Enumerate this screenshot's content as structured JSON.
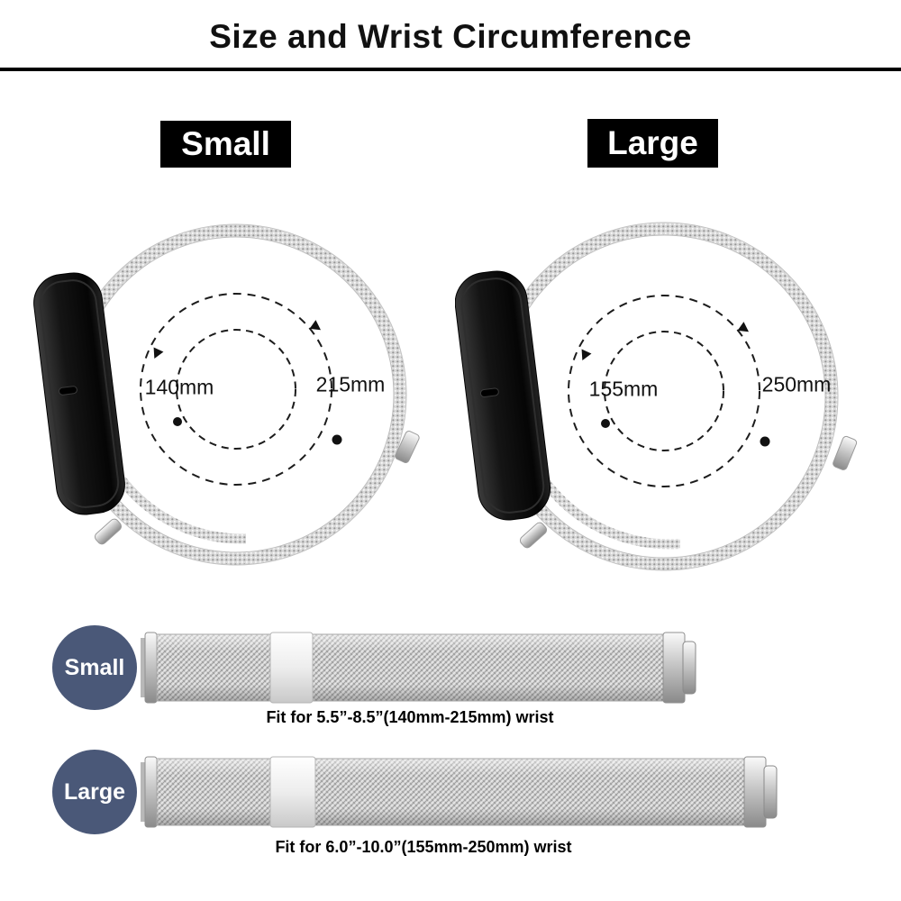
{
  "title": "Size and Wrist Circumference",
  "diagrams": [
    {
      "label": "Small",
      "inner_circumference": "140mm",
      "outer_circumference": "215mm"
    },
    {
      "label": "Large",
      "inner_circumference": "155mm",
      "outer_circumference": "250mm"
    }
  ],
  "straps": [
    {
      "label": "Small",
      "fit": "Fit for 5.5”-8.5”(140mm-215mm) wrist"
    },
    {
      "label": "Large",
      "fit": "Fit for 6.0”-10.0”(155mm-250mm) wrist"
    }
  ],
  "colors": {
    "size_badge_bg": "#000000",
    "size_badge_text": "#ffffff",
    "strap_badge_bg": "#4a5878",
    "strap_badge_text": "#ffffff",
    "band_silver": "#c6c6c6",
    "watch_black": "#111111",
    "divider": "#000000"
  }
}
